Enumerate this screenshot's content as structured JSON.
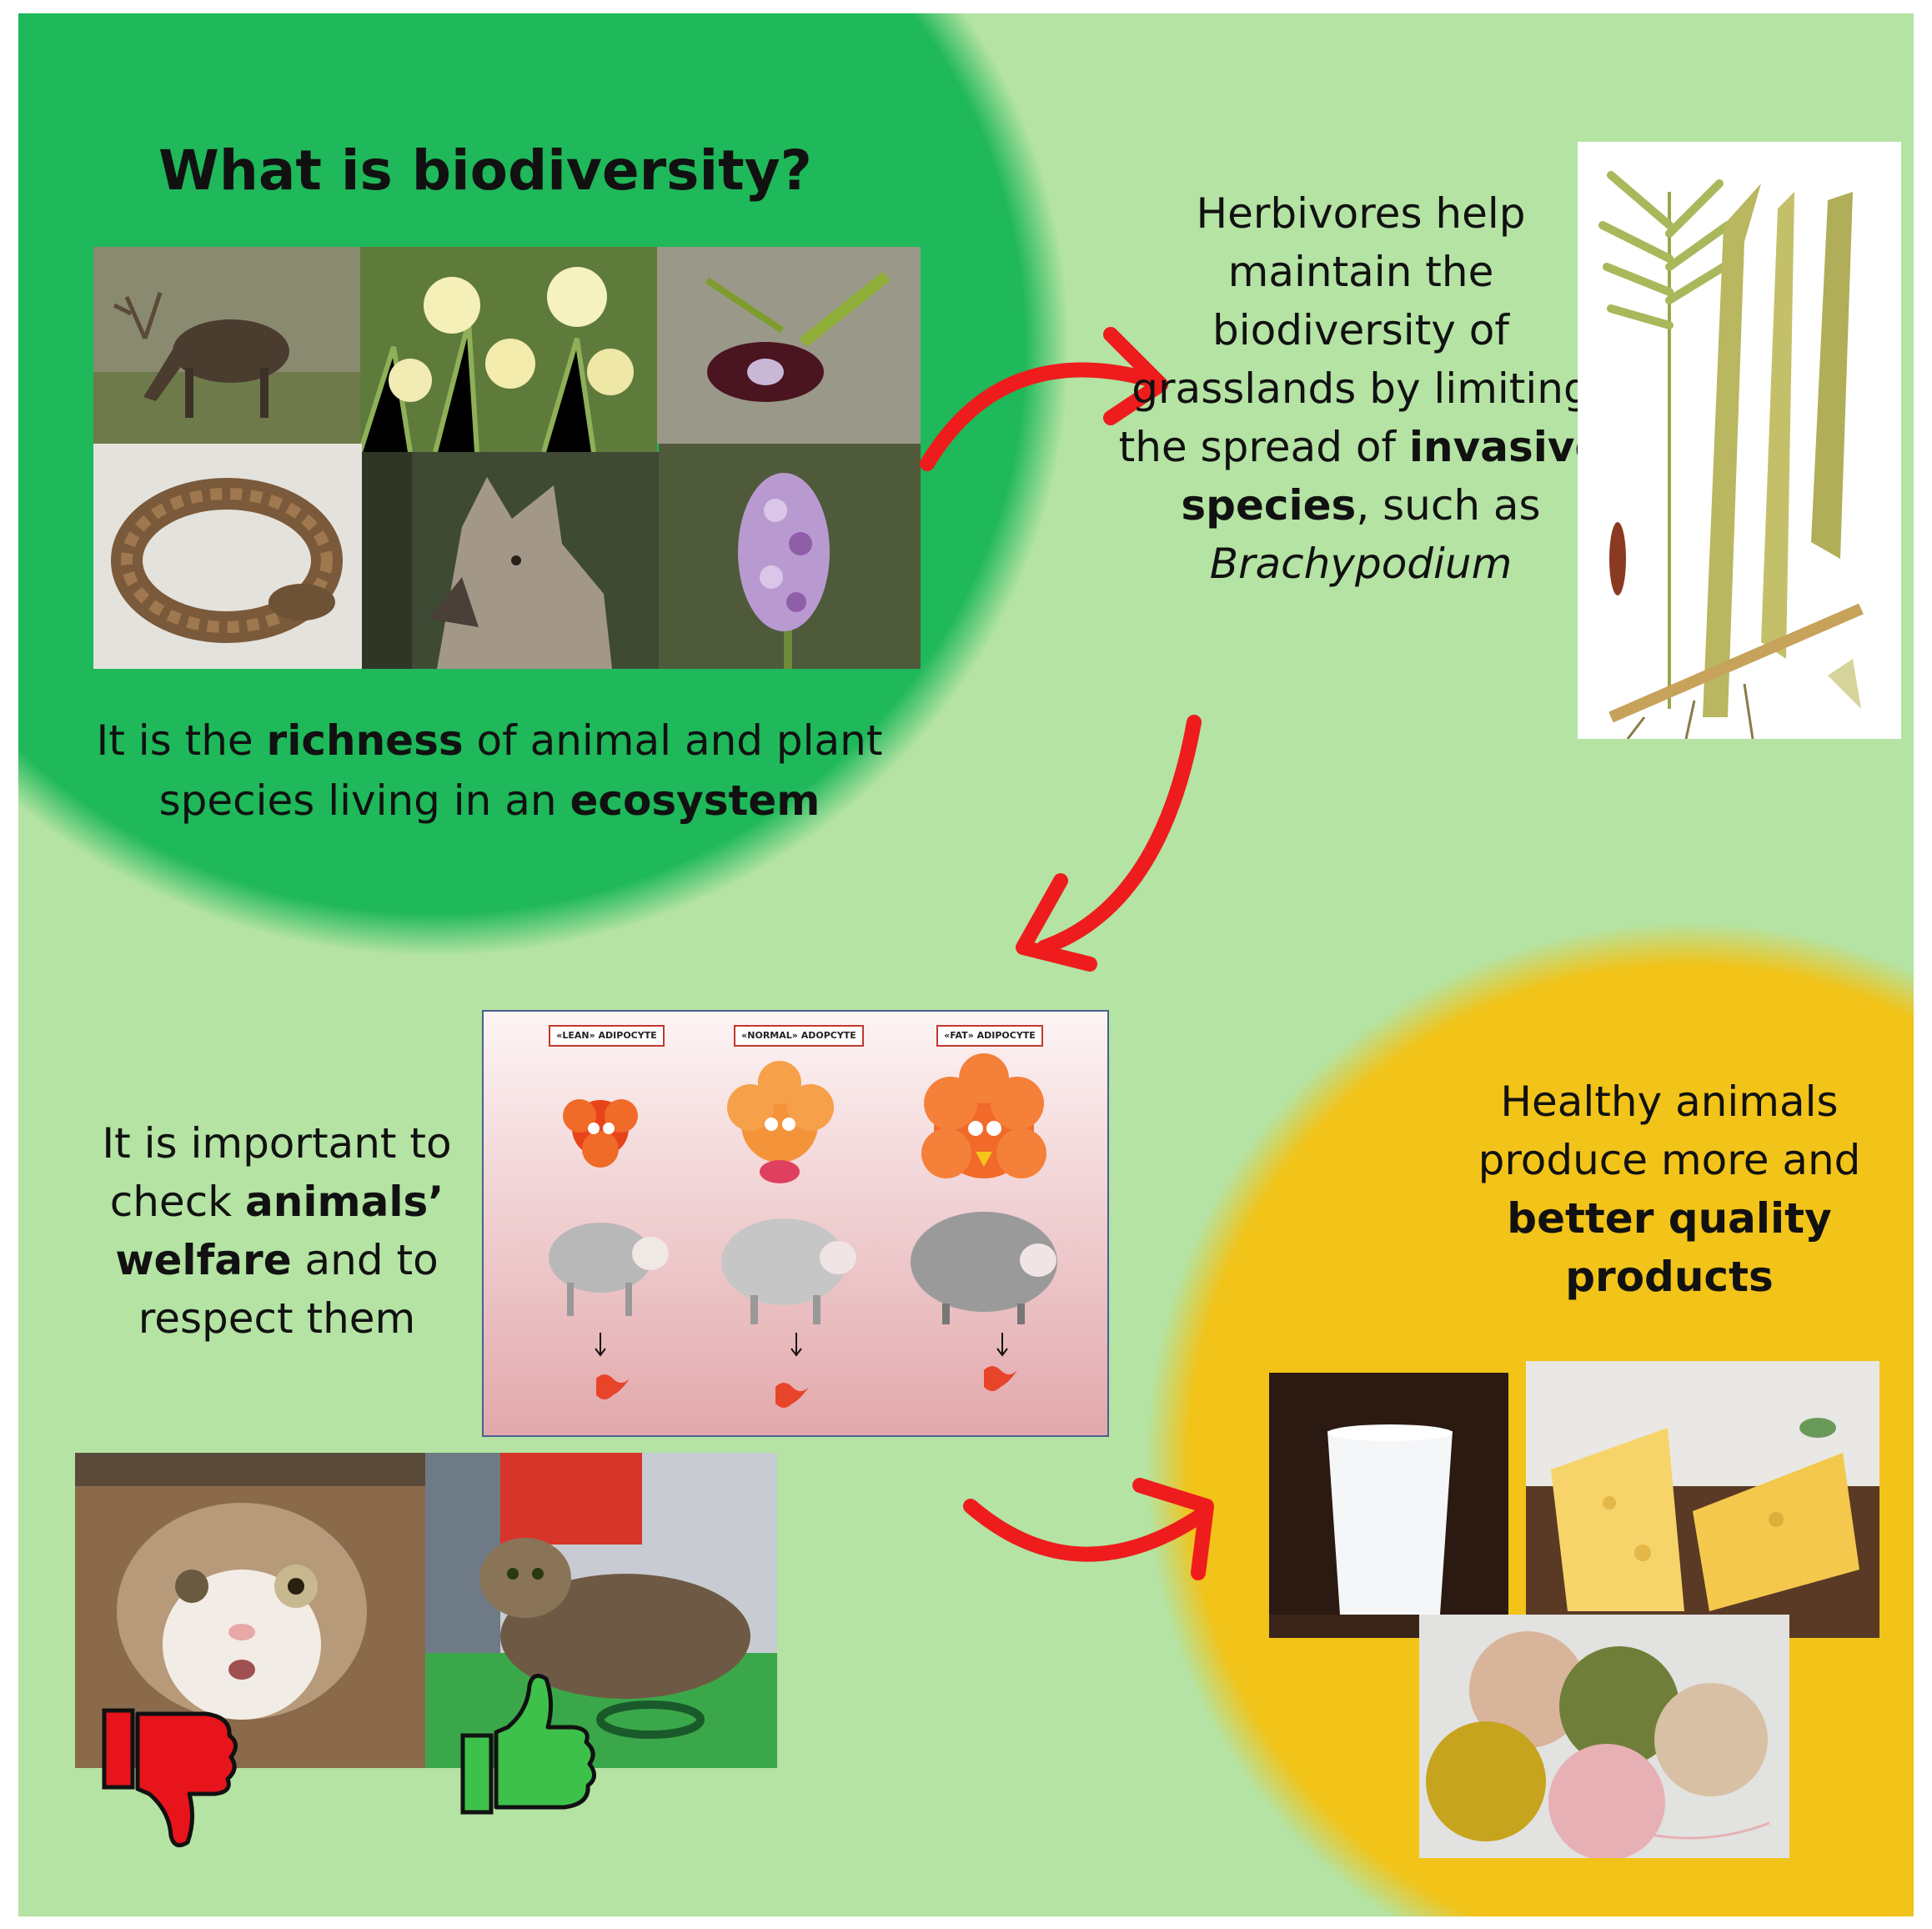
{
  "title": "What is biodiversity?",
  "definition": {
    "part1": "It is the ",
    "bold1": "richness",
    "part2": " of animal and plant species living in an ",
    "bold2": "ecosystem"
  },
  "herbivores": {
    "part1": "Herbivores help maintain the biodiversity of grasslands by limiting the spread of ",
    "bold": "invasive species",
    "part2": ", such as ",
    "italic": "Brachypodium"
  },
  "welfare": {
    "part1": "It is important to check ",
    "bold": "animals’ welfare",
    "part2": " and to respect them"
  },
  "healthy": {
    "part1": "Healthy animals produce more and ",
    "bold": "better quality products"
  },
  "adipocyte_labels": [
    "«LEAN» ADIPOCYTE",
    "«NORMAL» ADOPCYTE",
    "«FAT» ADIPOCYTE"
  ],
  "icons": [
    "thumbs-down-icon",
    "thumbs-up-icon"
  ],
  "colors": {
    "background": "#b4e3a3",
    "green_region": "#1fb85a",
    "yellow_region": "#f2c318",
    "arrow": "#ee1c1c",
    "thumbs_down": "#e8141b",
    "thumbs_up": "#3ec14a"
  }
}
